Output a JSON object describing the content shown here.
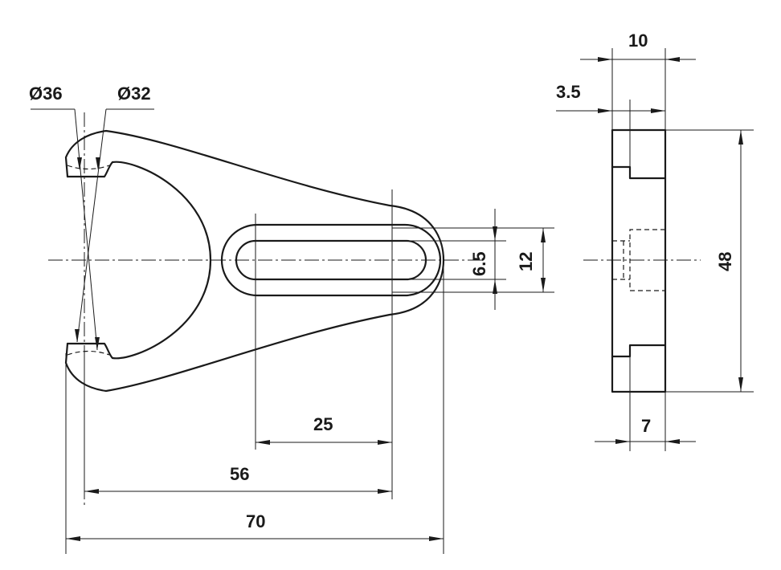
{
  "dimensions": {
    "dia_outer": "Ø36",
    "dia_inner": "Ø32",
    "slot_length": "25",
    "hole_center_distance": "56",
    "overall_length": "70",
    "slot_width": "6.5",
    "slot_outer_width": "12",
    "thickness": "10",
    "step_depth": "3.5",
    "height": "48",
    "web_thickness": "7"
  }
}
